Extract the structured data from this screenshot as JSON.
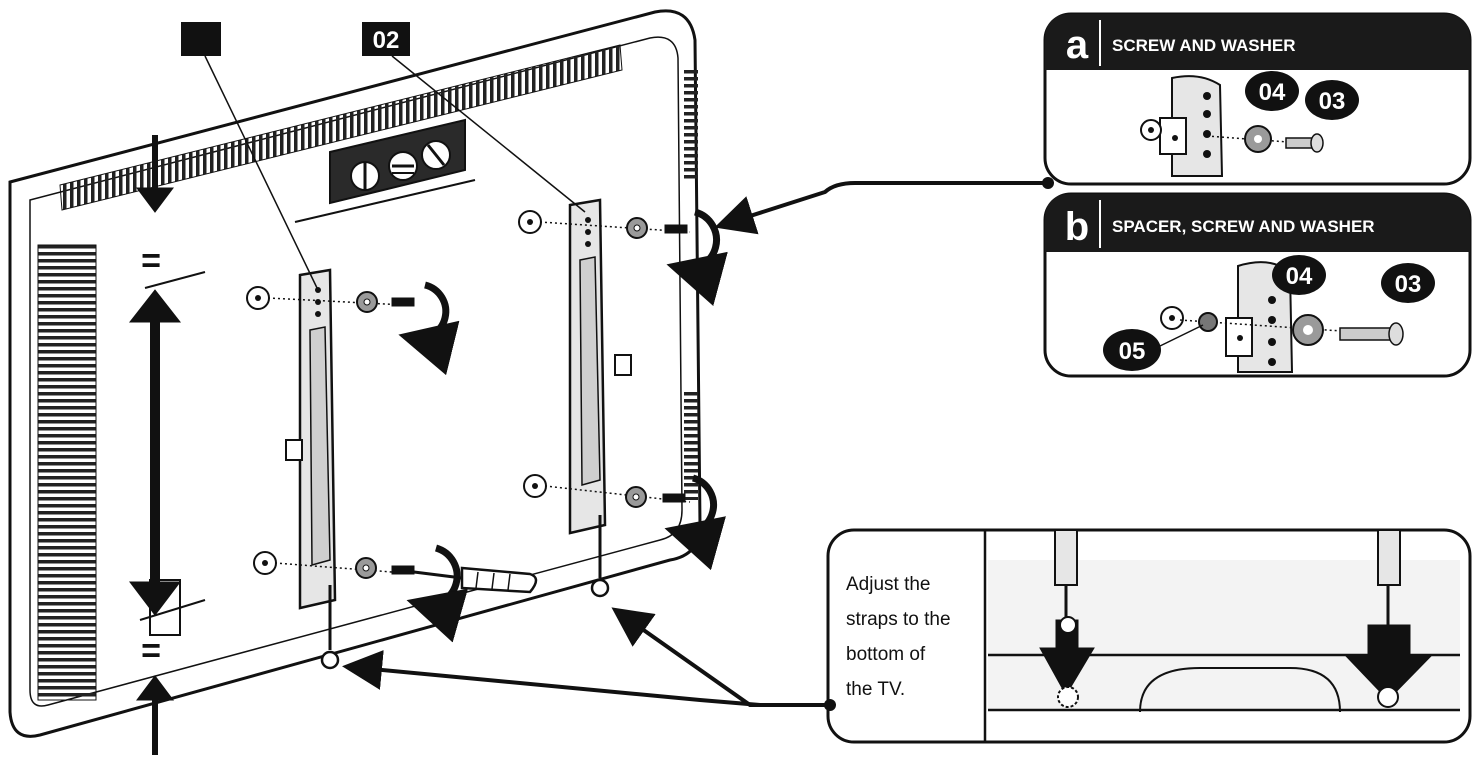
{
  "callouts": {
    "part_left": "",
    "part_right": "02"
  },
  "equal_marks": {
    "top": "=",
    "bottom": "="
  },
  "detail_a": {
    "letter": "a",
    "title": "SCREW AND WASHER",
    "washer_id": "04",
    "screw_id": "03"
  },
  "detail_b": {
    "letter": "b",
    "title": "SPACER, SCREW AND WASHER",
    "washer_id": "04",
    "screw_id": "03",
    "spacer_id": "05"
  },
  "strap_detail": {
    "instruction_lines": [
      "Adjust the",
      "straps to the",
      "bottom of",
      "the TV."
    ]
  },
  "colors": {
    "ink": "#111111",
    "panel_header": "#1a1a1a",
    "bracket_fill": "#e6e6e6",
    "washer_fill": "#9a9a9a",
    "tv_back": "#ffffff"
  }
}
